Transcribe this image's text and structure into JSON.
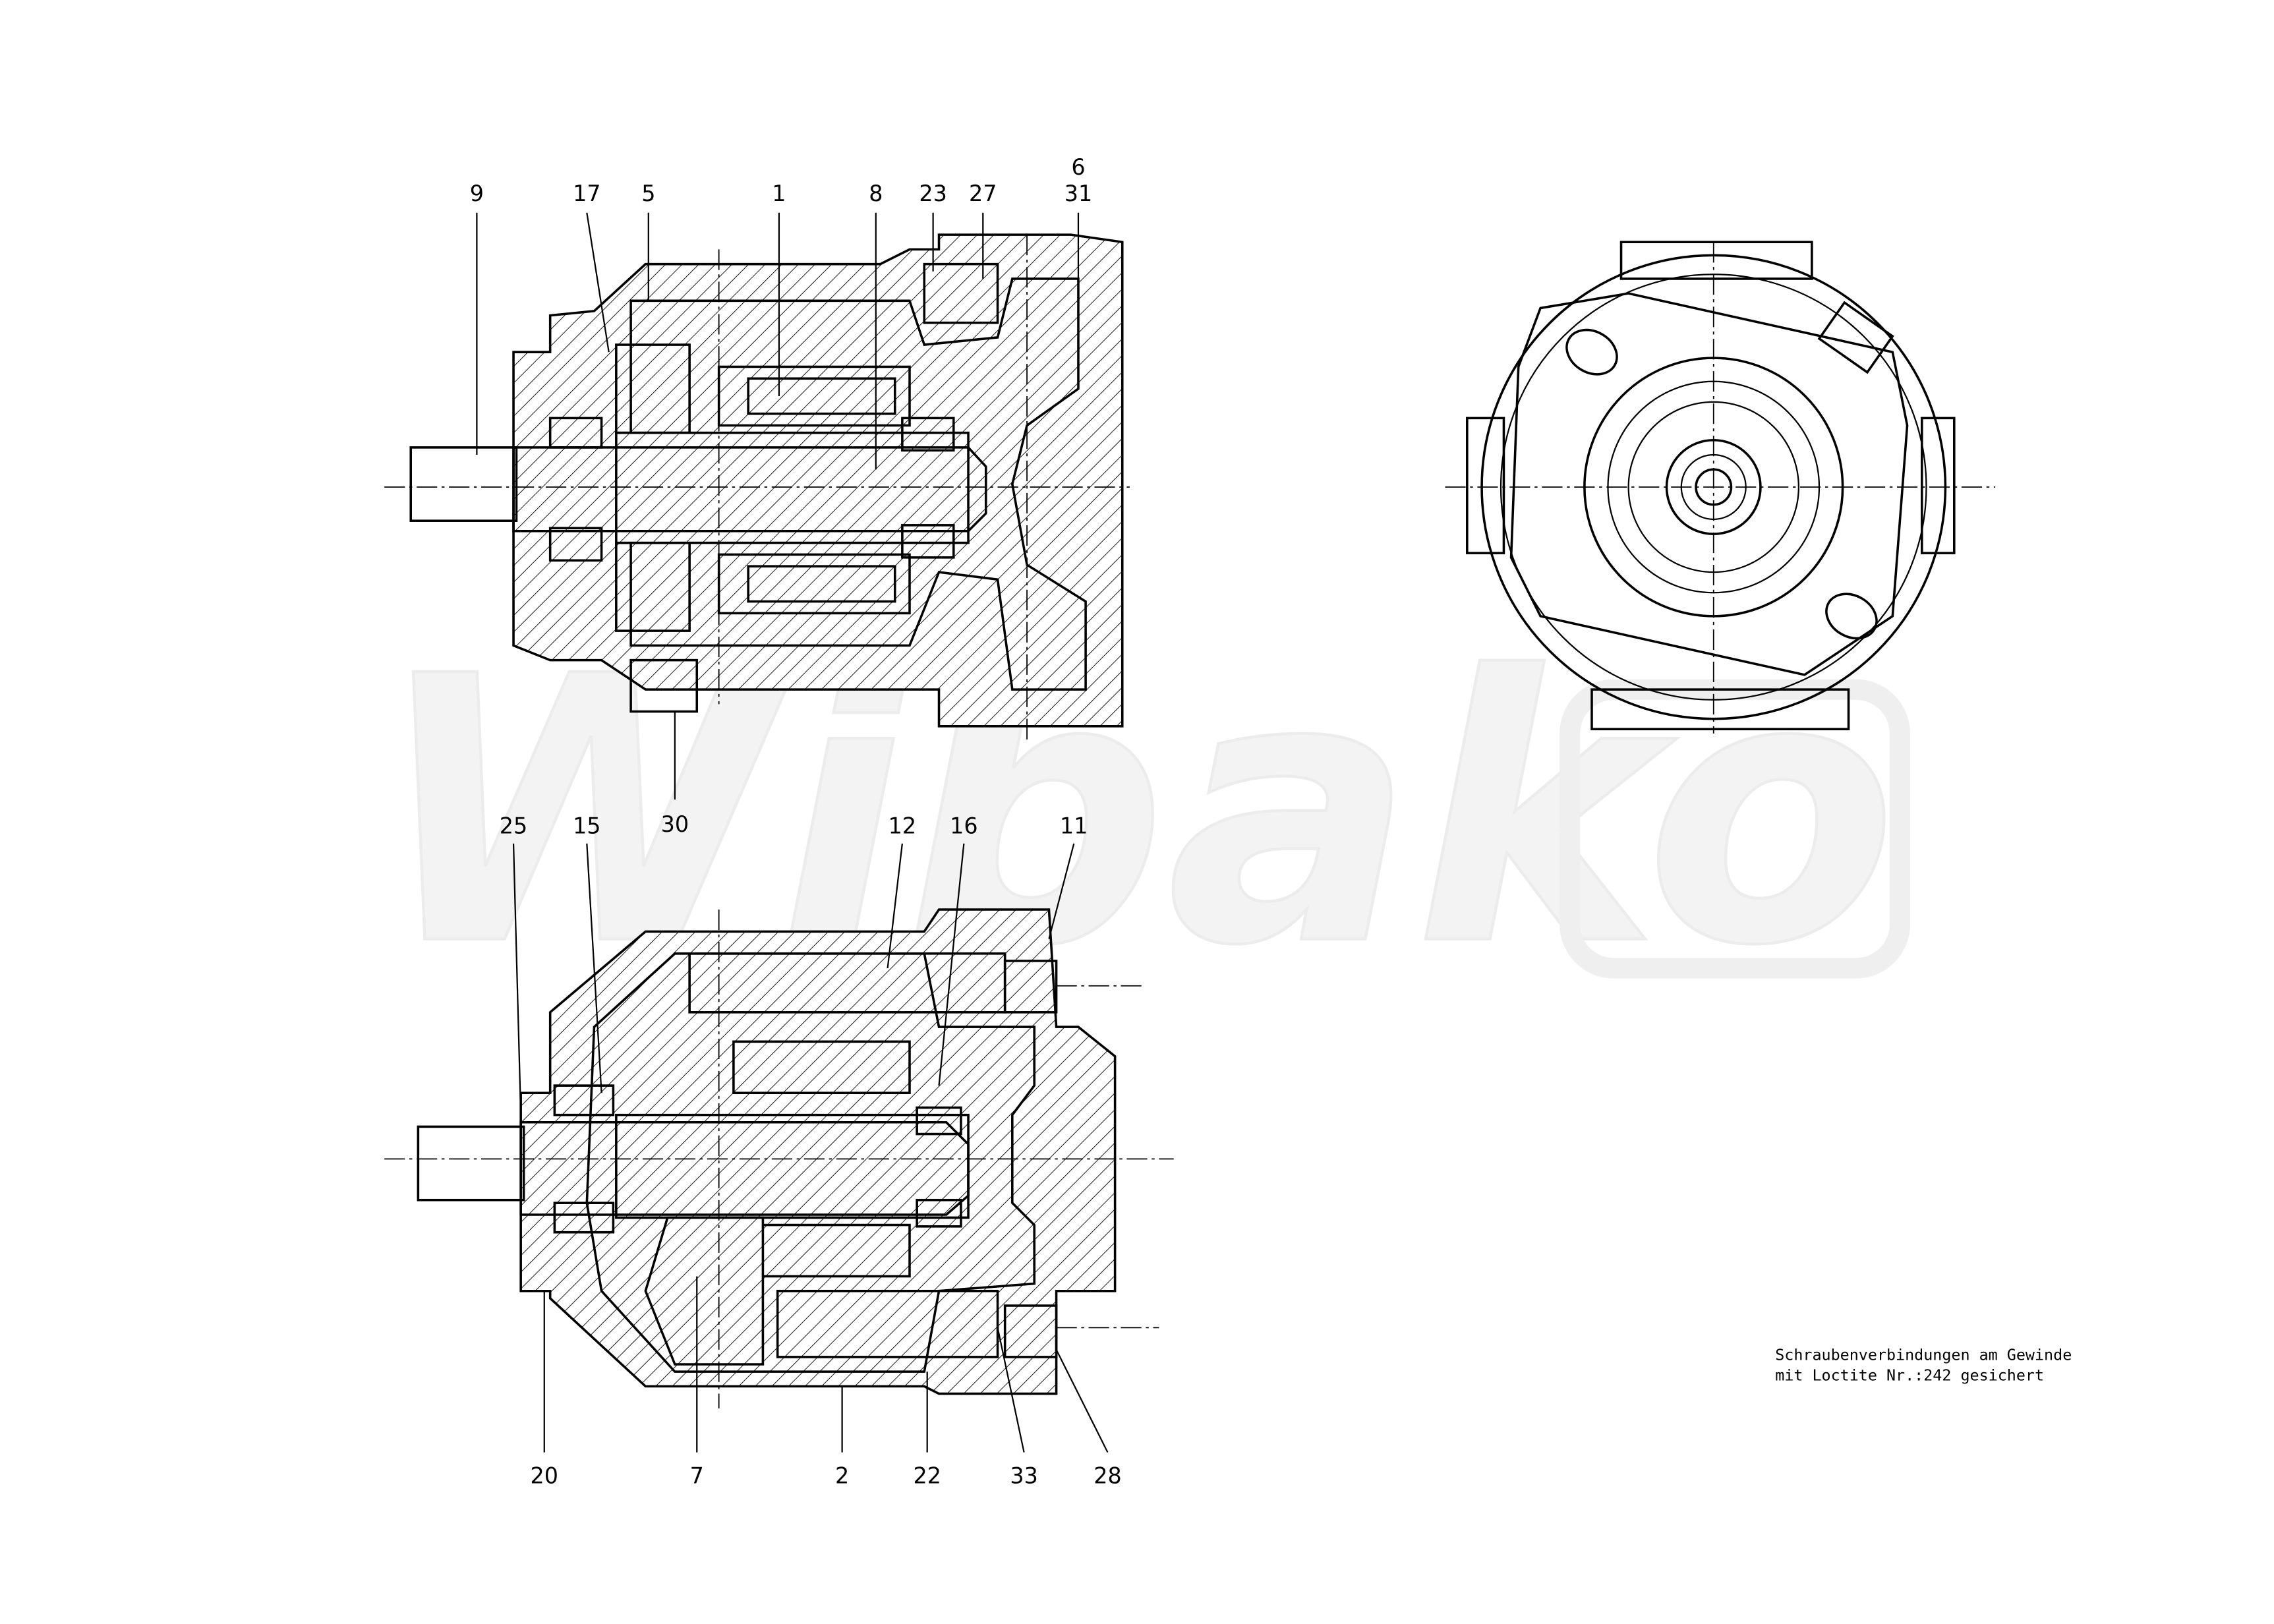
{
  "watermark": "Wibako",
  "top_view_labels": [
    {
      "id": "9",
      "text": "9"
    },
    {
      "id": "17",
      "text": "17"
    },
    {
      "id": "5",
      "text": "5"
    },
    {
      "id": "1",
      "text": "1"
    },
    {
      "id": "8",
      "text": "8"
    },
    {
      "id": "23",
      "text": "23"
    },
    {
      "id": "27",
      "text": "27"
    },
    {
      "id": "6",
      "text": "6"
    },
    {
      "id": "31",
      "text": "31"
    },
    {
      "id": "30",
      "text": "30"
    }
  ],
  "bottom_view_labels": [
    {
      "id": "25",
      "text": "25"
    },
    {
      "id": "15",
      "text": "15"
    },
    {
      "id": "12",
      "text": "12"
    },
    {
      "id": "16",
      "text": "16"
    },
    {
      "id": "11",
      "text": "11"
    },
    {
      "id": "20",
      "text": "20"
    },
    {
      "id": "7",
      "text": "7"
    },
    {
      "id": "2",
      "text": "2"
    },
    {
      "id": "22",
      "text": "22"
    },
    {
      "id": "33",
      "text": "33"
    },
    {
      "id": "28",
      "text": "28"
    }
  ],
  "note": {
    "line1": "Schraubenverbindungen am  Gewinde",
    "line2": "mit Loctite  Nr.:242 gesichert"
  }
}
